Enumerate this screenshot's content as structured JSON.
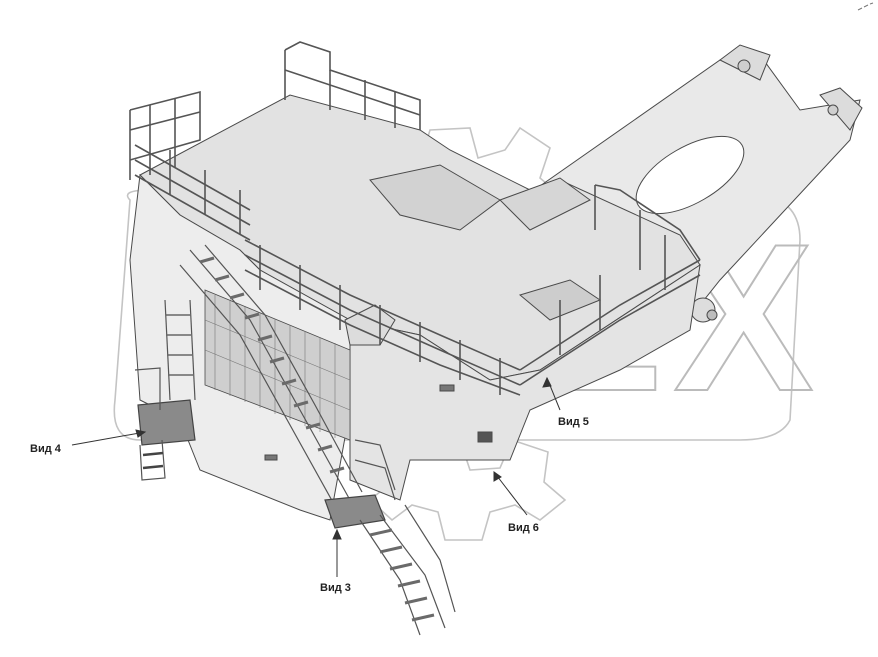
{
  "diagram": {
    "callouts": [
      {
        "id": "vid4",
        "label": "Вид 4"
      },
      {
        "id": "vid5",
        "label": "Вид 5"
      },
      {
        "id": "vid6",
        "label": "Вид 6"
      },
      {
        "id": "vid3",
        "label": "Вид 3"
      }
    ],
    "colors": {
      "line": "#4a4a4a",
      "body_fill": "#e9e9e9",
      "deck_fill": "#d8d8d8",
      "rail": "#555555",
      "stairs": "#6a6a6a",
      "watermark": "#bdbdbd"
    }
  }
}
